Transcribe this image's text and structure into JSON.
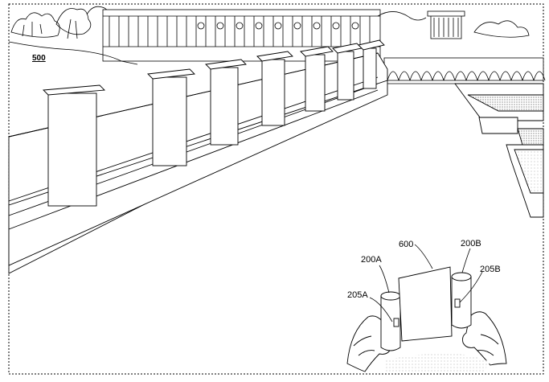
{
  "figure": {
    "scene_label": "500",
    "callouts": {
      "sheet": "600",
      "left_device": "200A",
      "right_device": "200B",
      "left_sensor": "205A",
      "right_sensor": "205B"
    }
  }
}
